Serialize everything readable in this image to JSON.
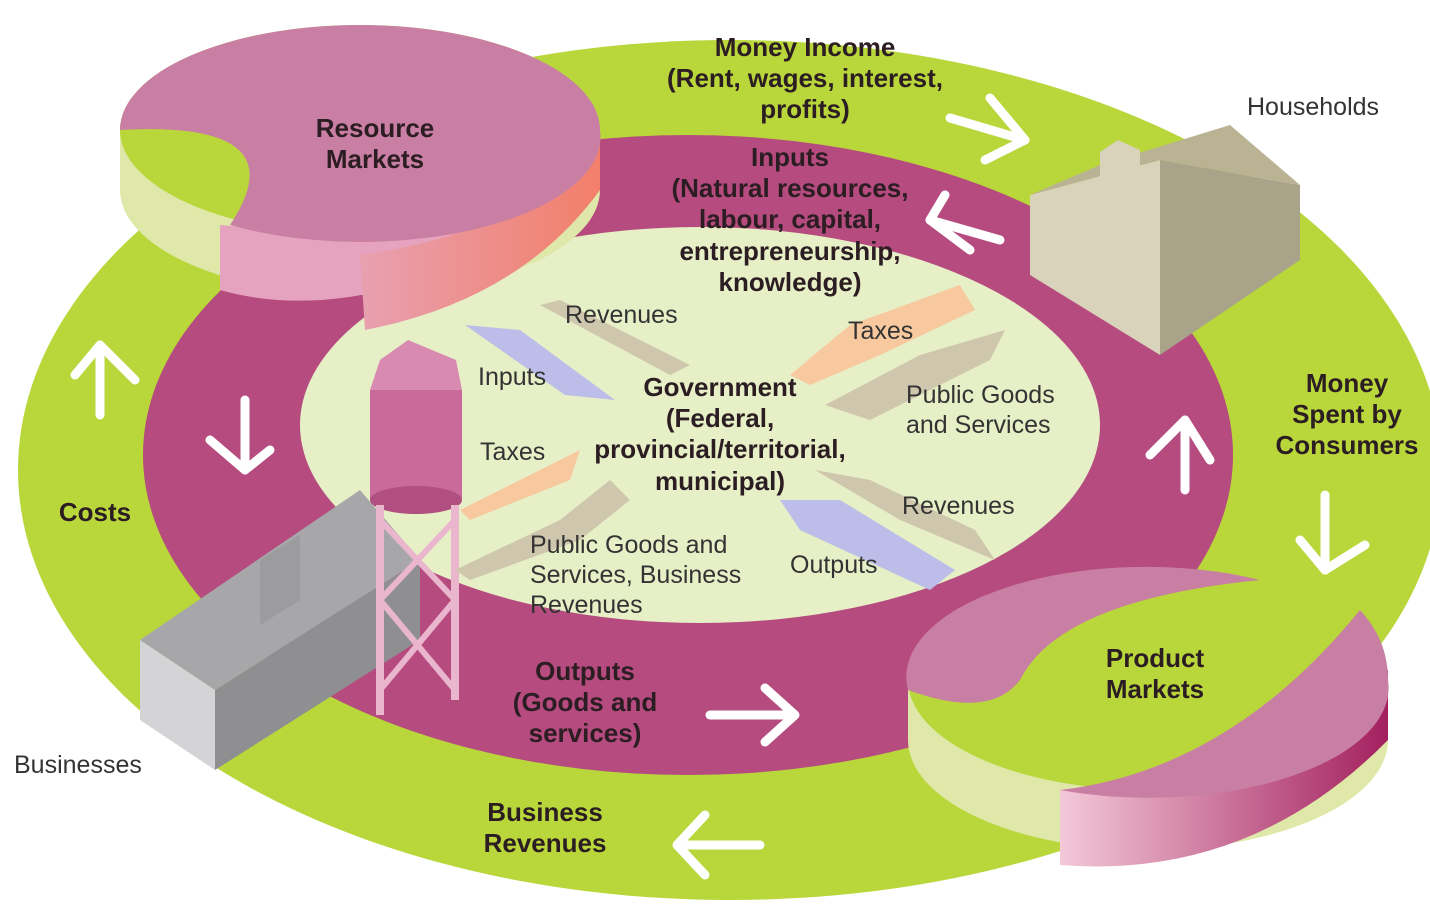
{
  "labels": {
    "money_income": "Money Income\n(Rent, wages, interest,\nprofits)",
    "households": "Households",
    "resource_markets": "Resource\nMarkets",
    "inputs_main": "Inputs\n(Natural resources,\nlabour, capital,\nentrepreneurship,\nknowledge)",
    "money_spent": "Money\nSpent by\nConsumers",
    "costs": "Costs",
    "businesses": "Businesses",
    "product_markets": "Product\nMarkets",
    "outputs_main": "Outputs\n(Goods and\nservices)",
    "business_revenues": "Business\nRevenues",
    "government": "Government\n(Federal,\nprovincial/territorial,\nmunicipal)",
    "gov_revenues_top": "Revenues",
    "gov_taxes_top": "Taxes",
    "gov_inputs": "Inputs",
    "gov_public_goods_right": "Public Goods\nand Services",
    "gov_taxes_left": "Taxes",
    "gov_revenues_right": "Revenues",
    "gov_public_goods_left": "Public Goods and\nServices, Business\nRevenues",
    "gov_outputs": "Outputs"
  },
  "colors": {
    "outer_ring": "#b9d63b",
    "inner_ring": "#b54b7e",
    "center": "#e6efc6",
    "market_top": "#c97fa3",
    "house": "#b9b394",
    "factory": "#9c9c9e",
    "tower": "#c96a9a",
    "arrow_tan": "#cfc7ad",
    "arrow_peach": "#f8c99e",
    "arrow_lavender": "#bcbde8"
  }
}
